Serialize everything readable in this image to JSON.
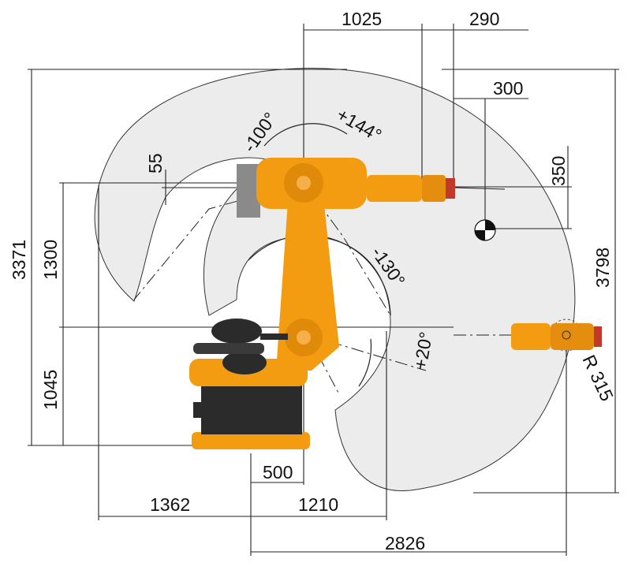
{
  "dimensions": {
    "top_reach": "1025",
    "top_flange": "290",
    "wrist_offset": "300",
    "wrist_height": "350",
    "total_height": "3371",
    "total_reach": "3798",
    "arm_height": "1300",
    "base_height": "1045",
    "arm_offset": "55",
    "base_offset": "500",
    "rear_reach": "1362",
    "front_reach": "1210",
    "max_reach": "2826",
    "radius": "R 315"
  },
  "angles": {
    "axis3_neg": "-100°",
    "axis3_pos": "+144°",
    "axis2_neg": "-130°",
    "axis2_pos": "+20°"
  },
  "colors": {
    "robot_orange": "#f39c12",
    "robot_dark": "#2b2b2b",
    "envelope_fill": "#ececec",
    "line": "#222222"
  }
}
